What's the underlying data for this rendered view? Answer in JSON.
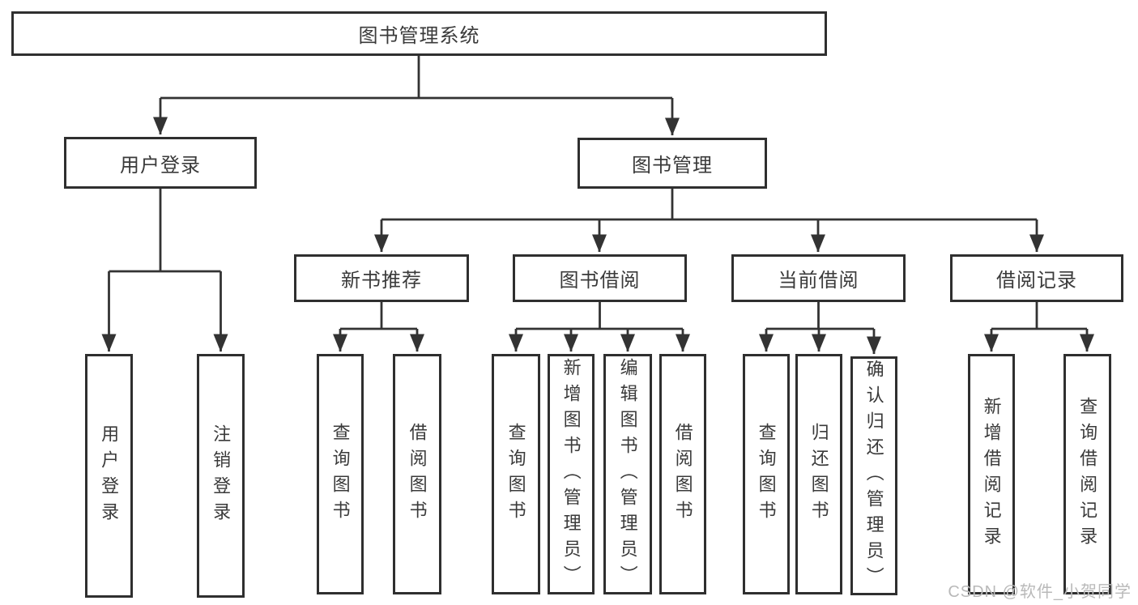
{
  "diagram": {
    "title": "图书管理系统",
    "watermark": "CSDN @软件_小贺同学",
    "colors": {
      "line": "#333333",
      "box_border": "#2f2f2f",
      "text": "#3a3a3a",
      "watermark": "#b9b9b9",
      "background": "#ffffff"
    }
  },
  "nodes": {
    "root": {
      "label": "图书管理系统"
    },
    "level2": {
      "user_login": {
        "label": "用户登录"
      },
      "book_management": {
        "label": "图书管理"
      }
    },
    "level3": {
      "new_book_recommend": {
        "label": "新书推荐"
      },
      "book_borrowing": {
        "label": "图书借阅"
      },
      "current_borrowing": {
        "label": "当前借阅"
      },
      "borrowing_records": {
        "label": "借阅记录"
      }
    },
    "leaves": {
      "user_login": {
        "label": "用户登录"
      },
      "logout": {
        "label": "注销登录"
      },
      "rec_query_books": {
        "label": "查询图书"
      },
      "rec_borrow_books": {
        "label": "借阅图书"
      },
      "bb_query_books": {
        "label": "查询图书"
      },
      "bb_add_books": {
        "label": "新增图书（管理员）"
      },
      "bb_edit_books": {
        "label": "编辑图书（管理员）"
      },
      "bb_borrow_books": {
        "label": "借阅图书"
      },
      "cb_query_books": {
        "label": "查询图书"
      },
      "cb_return_books": {
        "label": "归还图书"
      },
      "cb_confirm_return": {
        "label": "确认归还（管理员）"
      },
      "br_add_record": {
        "label": "新增借阅记录"
      },
      "br_query_record": {
        "label": "查询借阅记录"
      }
    }
  },
  "hierarchy": {
    "图书管理系统": {
      "用户登录": [
        "用户登录",
        "注销登录"
      ],
      "图书管理": {
        "新书推荐": [
          "查询图书",
          "借阅图书"
        ],
        "图书借阅": [
          "查询图书",
          "新增图书（管理员）",
          "编辑图书（管理员）",
          "借阅图书"
        ],
        "当前借阅": [
          "查询图书",
          "归还图书",
          "确认归还（管理员）"
        ],
        "借阅记录": [
          "新增借阅记录",
          "查询借阅记录"
        ]
      }
    }
  }
}
